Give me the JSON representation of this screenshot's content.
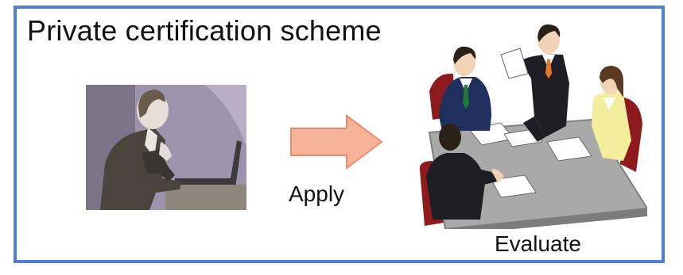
{
  "diagram": {
    "title": "Private certification scheme",
    "labels": {
      "apply": "Apply",
      "evaluate": "Evaluate"
    },
    "colors": {
      "frame": "#4f7fd1",
      "arrow_fill": "#f7b39a",
      "arrow_stroke": "#ee8a6a",
      "applicant_bg": "#9e93ad",
      "table": "#a9a9a9"
    },
    "icons": [
      "applicant-illustration",
      "arrow-right-icon",
      "meeting-illustration"
    ]
  }
}
